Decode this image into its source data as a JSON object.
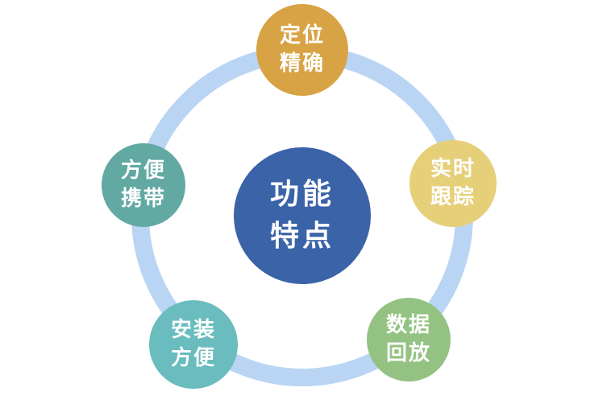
{
  "diagram": {
    "background_color": "#ffffff",
    "ring_color": "#b9d5f3",
    "text_color": "#ffffff",
    "center": {
      "label": "功能\n特点",
      "color": "#3b63a8"
    },
    "nodes": [
      {
        "id": "precise-positioning",
        "position": "top",
        "label": "定位\n精确",
        "color": "#d8a345"
      },
      {
        "id": "realtime-tracking",
        "position": "right",
        "label": "实时\n跟踪",
        "color": "#e6cf79"
      },
      {
        "id": "data-playback",
        "position": "bottom-right",
        "label": "数据\n回放",
        "color": "#93c283"
      },
      {
        "id": "easy-install",
        "position": "bottom-left",
        "label": "安装\n方便",
        "color": "#6abcbe"
      },
      {
        "id": "portable",
        "position": "left",
        "label": "方便\n携带",
        "color": "#61a9a2"
      }
    ]
  }
}
